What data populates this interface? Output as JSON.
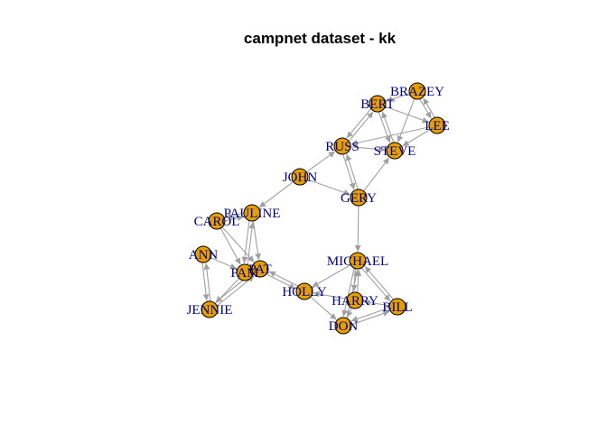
{
  "title": "campnet dataset - kk",
  "colors": {
    "node_fill": "#E69F00",
    "edge": "#A0A0A0",
    "label": "#00008B",
    "background": "#FFFFFF"
  },
  "nodes": [
    {
      "id": "BRAZEY",
      "label": "BRAZEY"
    },
    {
      "id": "BERT",
      "label": "BERT"
    },
    {
      "id": "LEE",
      "label": "LEE"
    },
    {
      "id": "RUSS",
      "label": "RUSS"
    },
    {
      "id": "STEVE",
      "label": "STEVE"
    },
    {
      "id": "JOHN",
      "label": "JOHN"
    },
    {
      "id": "GERY",
      "label": "GERY"
    },
    {
      "id": "PAULINE",
      "label": "PAULINE"
    },
    {
      "id": "CAROL",
      "label": "CAROL"
    },
    {
      "id": "ANN",
      "label": "ANN"
    },
    {
      "id": "PAM",
      "label": "PAM"
    },
    {
      "id": "PAT",
      "label": "PAT"
    },
    {
      "id": "JENNIE",
      "label": "JENNIE"
    },
    {
      "id": "HOLLY",
      "label": "HOLLY"
    },
    {
      "id": "MICHAEL",
      "label": "MICHAEL"
    },
    {
      "id": "HARRY",
      "label": "HARRY"
    },
    {
      "id": "BILL",
      "label": "BILL"
    },
    {
      "id": "DON",
      "label": "DON"
    }
  ],
  "edges": [
    {
      "from": "BRAZEY",
      "to": "LEE"
    },
    {
      "from": "LEE",
      "to": "BRAZEY"
    },
    {
      "from": "BRAZEY",
      "to": "BERT"
    },
    {
      "from": "BRAZEY",
      "to": "STEVE"
    },
    {
      "from": "BERT",
      "to": "LEE"
    },
    {
      "from": "BERT",
      "to": "STEVE"
    },
    {
      "from": "STEVE",
      "to": "BERT"
    },
    {
      "from": "BERT",
      "to": "RUSS"
    },
    {
      "from": "RUSS",
      "to": "BERT"
    },
    {
      "from": "LEE",
      "to": "STEVE"
    },
    {
      "from": "LEE",
      "to": "RUSS"
    },
    {
      "from": "RUSS",
      "to": "STEVE"
    },
    {
      "from": "RUSS",
      "to": "GERY"
    },
    {
      "from": "GERY",
      "to": "RUSS"
    },
    {
      "from": "GERY",
      "to": "STEVE"
    },
    {
      "from": "JOHN",
      "to": "RUSS"
    },
    {
      "from": "JOHN",
      "to": "GERY"
    },
    {
      "from": "JOHN",
      "to": "PAULINE"
    },
    {
      "from": "GERY",
      "to": "MICHAEL"
    },
    {
      "from": "PAULINE",
      "to": "CAROL"
    },
    {
      "from": "CAROL",
      "to": "PAULINE"
    },
    {
      "from": "PAULINE",
      "to": "PAT"
    },
    {
      "from": "PAULINE",
      "to": "PAM"
    },
    {
      "from": "CAROL",
      "to": "PAT"
    },
    {
      "from": "CAROL",
      "to": "PAM"
    },
    {
      "from": "PAM",
      "to": "PAULINE"
    },
    {
      "from": "ANN",
      "to": "PAM"
    },
    {
      "from": "ANN",
      "to": "JENNIE"
    },
    {
      "from": "JENNIE",
      "to": "ANN"
    },
    {
      "from": "PAM",
      "to": "JENNIE"
    },
    {
      "from": "JENNIE",
      "to": "PAT"
    },
    {
      "from": "PAT",
      "to": "JENNIE"
    },
    {
      "from": "PAT",
      "to": "PAM"
    },
    {
      "from": "PAT",
      "to": "HOLLY"
    },
    {
      "from": "HOLLY",
      "to": "PAT"
    },
    {
      "from": "HOLLY",
      "to": "DON"
    },
    {
      "from": "MICHAEL",
      "to": "HOLLY"
    },
    {
      "from": "MICHAEL",
      "to": "HARRY"
    },
    {
      "from": "HARRY",
      "to": "MICHAEL"
    },
    {
      "from": "MICHAEL",
      "to": "DON"
    },
    {
      "from": "DON",
      "to": "MICHAEL"
    },
    {
      "from": "MICHAEL",
      "to": "BILL"
    },
    {
      "from": "BILL",
      "to": "MICHAEL"
    },
    {
      "from": "HARRY",
      "to": "DON"
    },
    {
      "from": "HARRY",
      "to": "HOLLY"
    },
    {
      "from": "BILL",
      "to": "DON"
    },
    {
      "from": "BILL",
      "to": "HARRY"
    },
    {
      "from": "DON",
      "to": "BILL"
    }
  ]
}
